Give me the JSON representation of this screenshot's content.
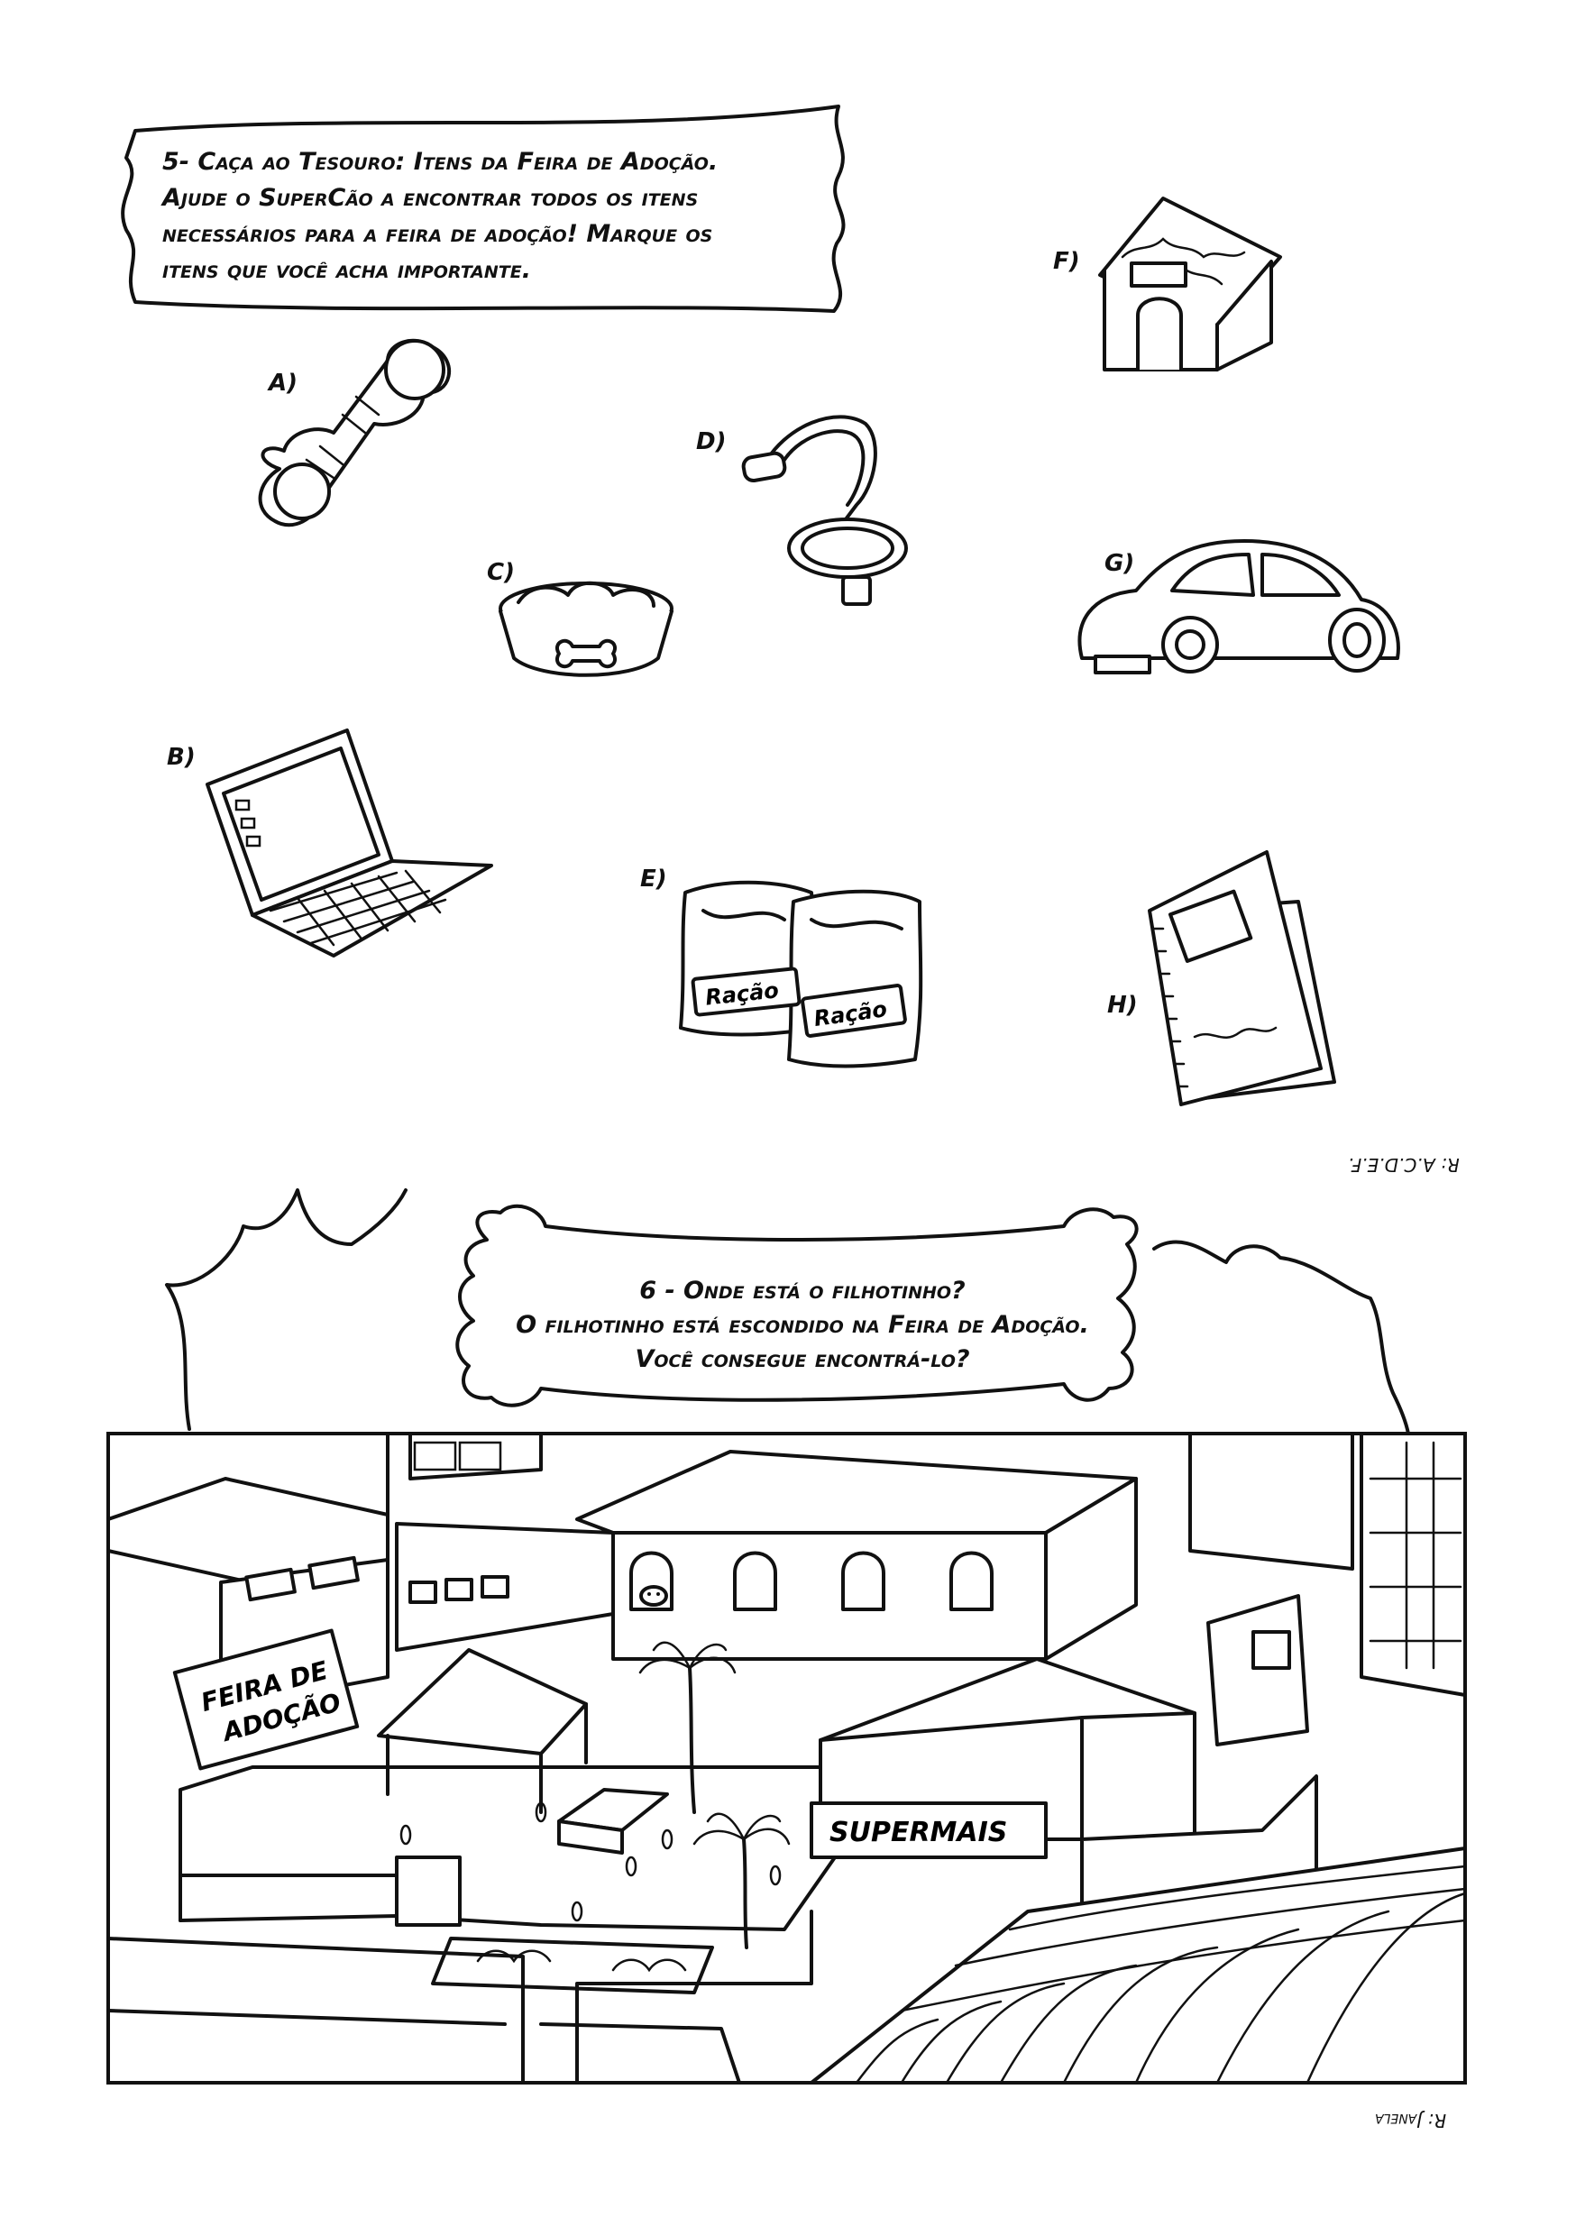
{
  "activity5": {
    "lines": [
      "5- Caça ao Tesouro: Itens da Feira de Adoção.",
      "Ajude o SuperCão a encontrar todos os itens",
      "necessários para a feira de adoção! Marque os",
      "itens que você acha importante."
    ],
    "items": {
      "a": "A)",
      "b": "B)",
      "c": "C)",
      "d": "D)",
      "e": "E)",
      "f": "F)",
      "g": "G)",
      "h": "H)"
    },
    "bag_label": "Ração",
    "answer": "R: A.C.D.E.F."
  },
  "activity6": {
    "lines": [
      "6 - Onde está o filhotinho?",
      "O filhotinho está escondido na Feira de Adoção.",
      "Você consegue encontrá-lo?"
    ],
    "sign_feira_line1": "FEIRA DE",
    "sign_feira_line2": "ADOÇÃO",
    "sign_super": "SUPERMAIS",
    "answer": "R: Janela"
  }
}
